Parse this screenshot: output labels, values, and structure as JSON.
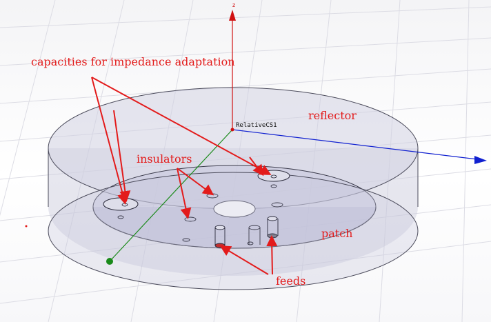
{
  "scene": {
    "coordinate_system_label": "RelativeCS1",
    "axes": {
      "z_label": "z",
      "z_color": "#d01010",
      "x_color": "#1020d0",
      "y_color": "#1a8a1a"
    },
    "model_fill": "#c9c9dc",
    "grid_color": "#dcdce4"
  },
  "annotations": {
    "color": "#e31b1b",
    "capacities": "capacities for impedance adaptation",
    "reflector": "reflector",
    "insulators": "insulators",
    "patch": "patch",
    "feeds": "feeds"
  }
}
